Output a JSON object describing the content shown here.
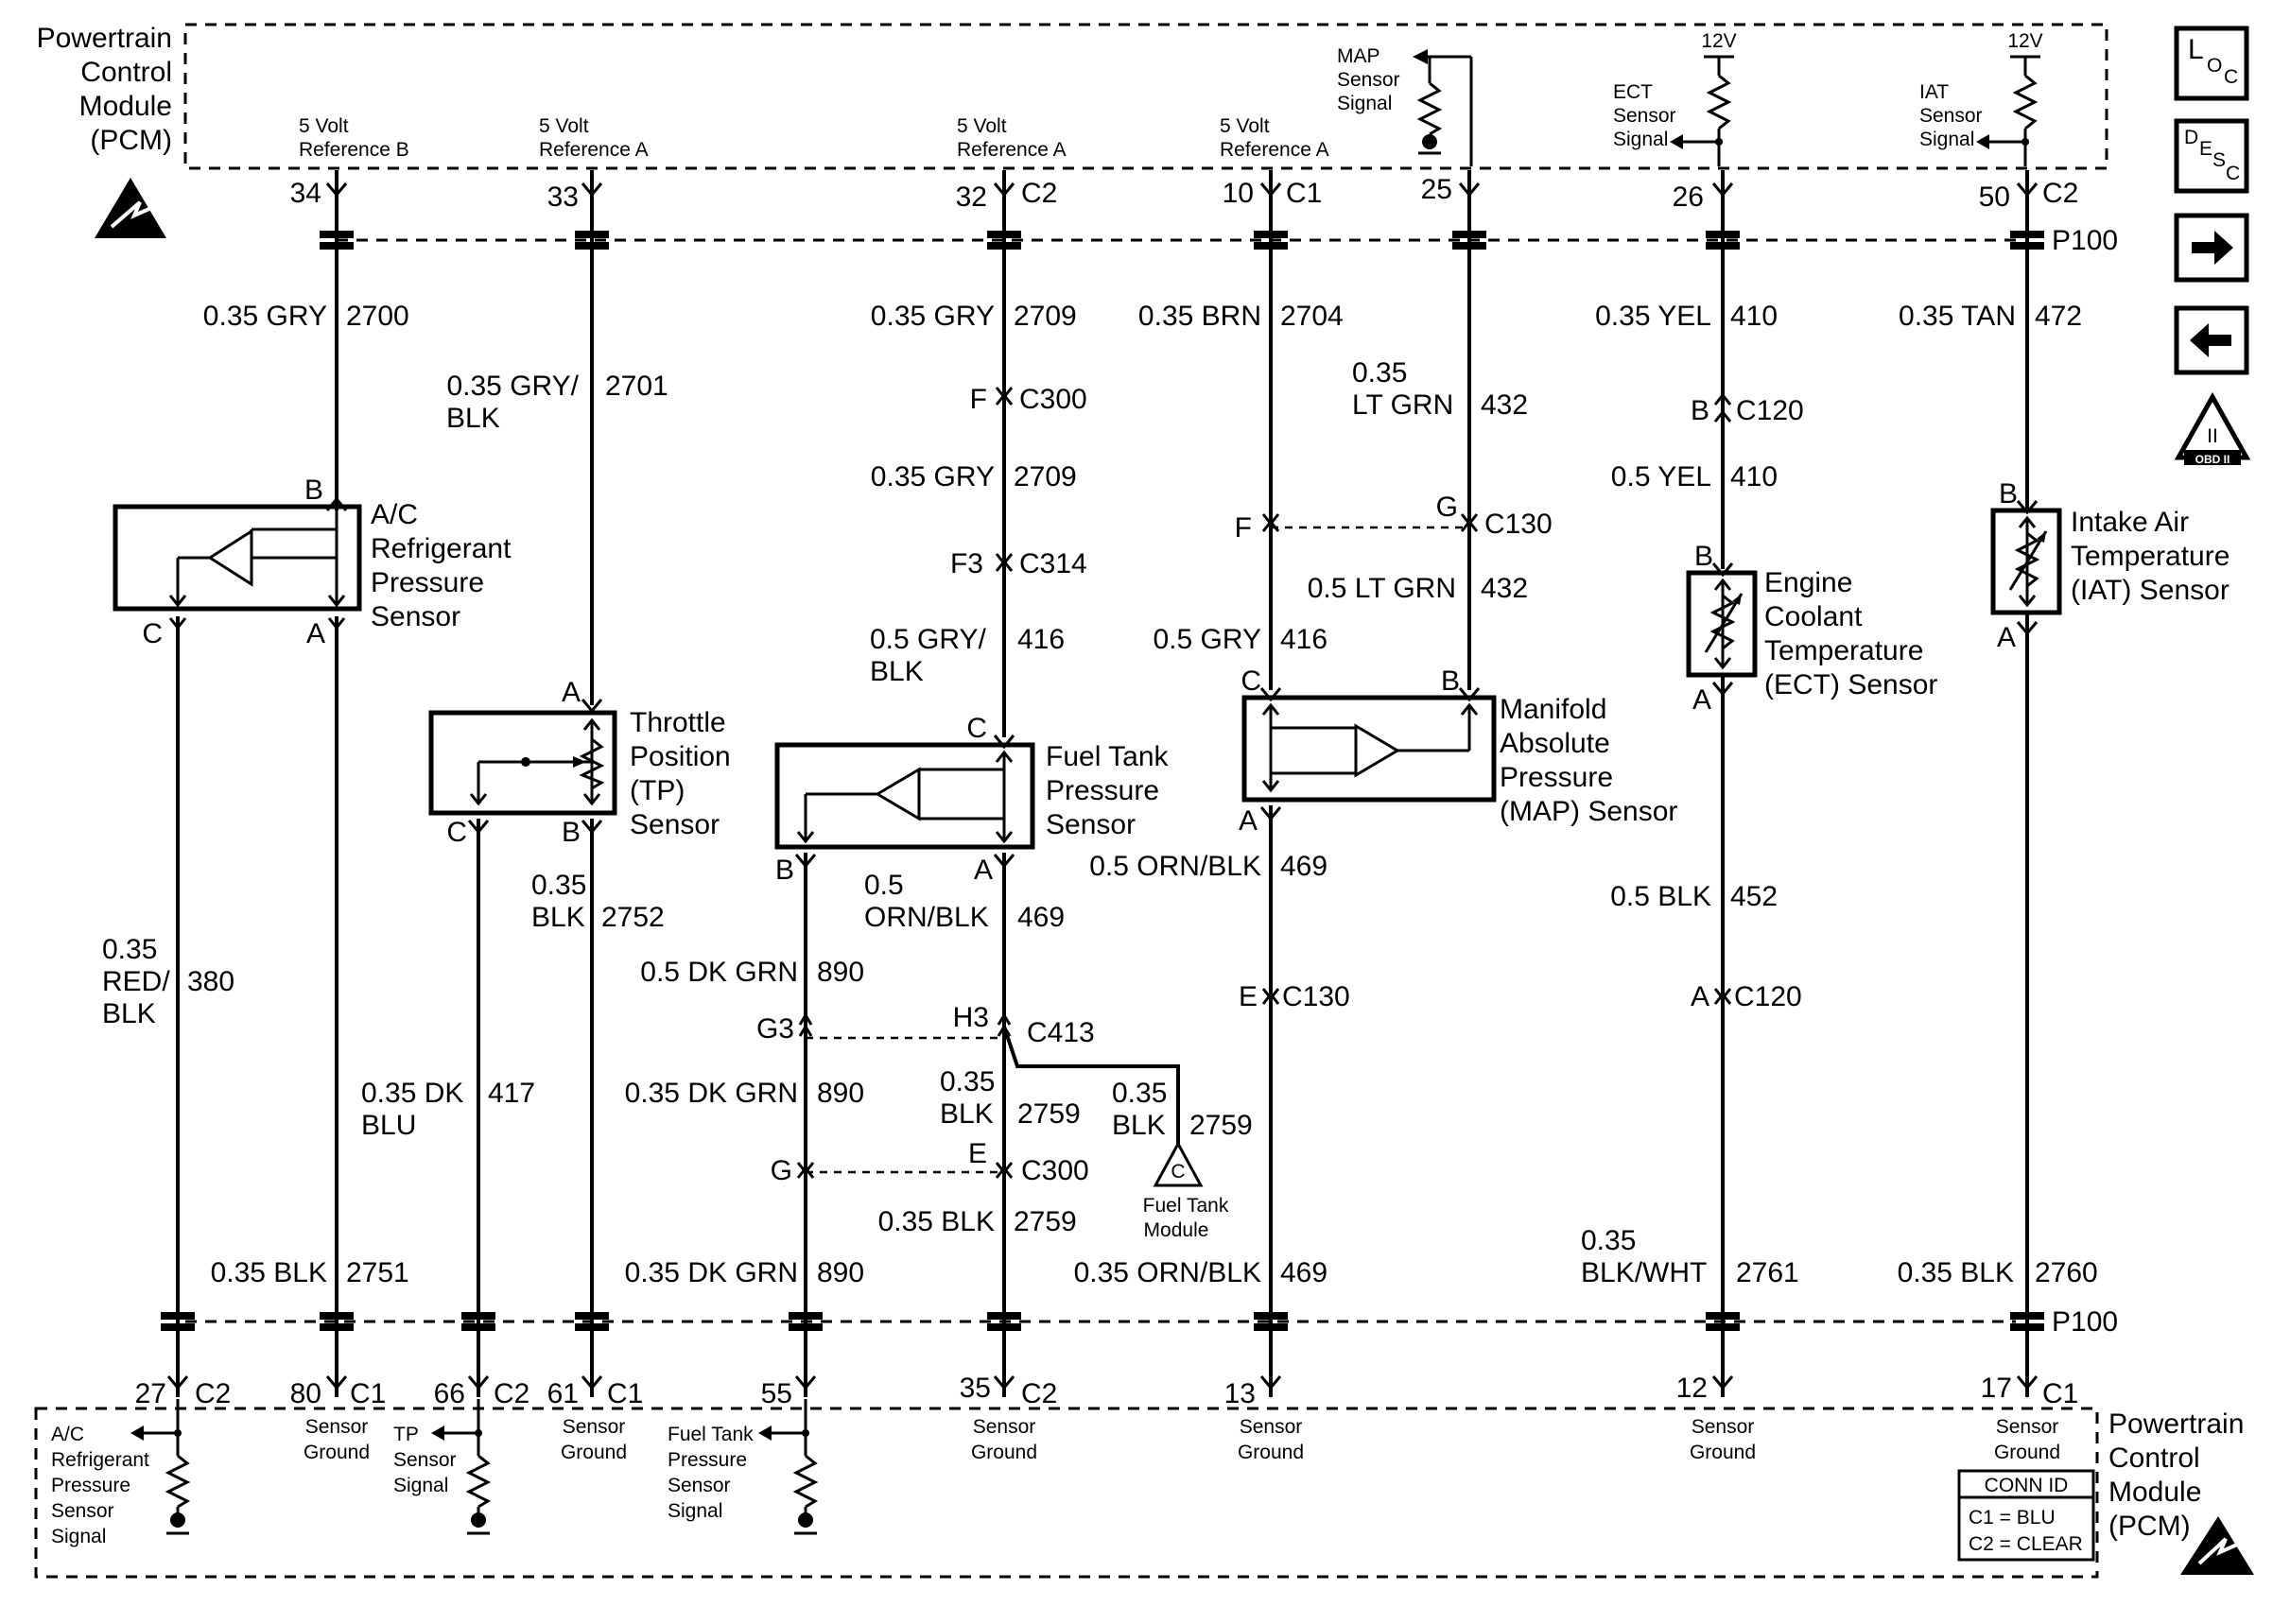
{
  "pcm": {
    "top_title": [
      "Powertrain",
      "Control",
      "Module",
      "(PCM)"
    ],
    "bottom_title": [
      "Powertrain",
      "Control",
      "Module",
      "(PCM)"
    ],
    "conn_id": {
      "title": "CONN ID",
      "c1": "C1 = BLU",
      "c2": "C2 = CLEAR"
    },
    "splice_label": "P100"
  },
  "top_terminals": [
    {
      "ref": [
        "5 Volt",
        "Reference B"
      ],
      "pin": "34",
      "conn": ""
    },
    {
      "ref": [
        "5 Volt",
        "Reference A"
      ],
      "pin": "33",
      "conn": ""
    },
    {
      "ref": [
        "5 Volt",
        "Reference A"
      ],
      "pin": "32",
      "conn": "C2"
    },
    {
      "ref": [
        "5 Volt",
        "Reference A"
      ],
      "pin": "10",
      "conn": "C1"
    },
    {
      "ref": [
        "MAP",
        "Sensor",
        "Signal"
      ],
      "pin": "25",
      "conn": ""
    },
    {
      "ref": [
        "ECT",
        "Sensor",
        "Signal"
      ],
      "pin": "26",
      "conn": "",
      "supply": "12V"
    },
    {
      "ref": [
        "IAT",
        "Sensor",
        "Signal"
      ],
      "pin": "50",
      "conn": "C2",
      "supply": "12V"
    }
  ],
  "bottom_terminals": [
    {
      "pin": "27",
      "conn": "C2",
      "label": [
        "A/C",
        "Refrigerant",
        "Pressure",
        "Sensor",
        "Signal"
      ]
    },
    {
      "pin": "80",
      "conn": "C1",
      "label": [
        "Sensor",
        "Ground"
      ]
    },
    {
      "pin": "66",
      "conn": "C2",
      "label": [
        "TP",
        "Sensor",
        "Signal"
      ]
    },
    {
      "pin": "61",
      "conn": "C1",
      "label": [
        "Sensor",
        "Ground"
      ]
    },
    {
      "pin": "55",
      "conn": "",
      "label": [
        "Fuel Tank",
        "Pressure",
        "Sensor",
        "Signal"
      ]
    },
    {
      "pin": "35",
      "conn": "C2",
      "label": [
        "Sensor",
        "Ground"
      ]
    },
    {
      "pin": "13",
      "conn": "",
      "label": [
        "Sensor",
        "Ground"
      ]
    },
    {
      "pin": "12",
      "conn": "",
      "label": [
        "Sensor",
        "Ground"
      ]
    },
    {
      "pin": "17",
      "conn": "C1",
      "label": [
        "Sensor",
        "Ground"
      ]
    }
  ],
  "components": {
    "ac": {
      "name": [
        "A/C",
        "Refrigerant",
        "Pressure",
        "Sensor"
      ],
      "pins": [
        "B",
        "C",
        "A"
      ]
    },
    "tp": {
      "name": [
        "Throttle",
        "Position",
        "(TP)",
        "Sensor"
      ],
      "pins": [
        "A",
        "C",
        "B"
      ]
    },
    "ftp": {
      "name": [
        "Fuel Tank",
        "Pressure",
        "Sensor"
      ],
      "pins": [
        "C",
        "B",
        "A"
      ]
    },
    "map": {
      "name": [
        "Manifold",
        "Absolute",
        "Pressure",
        "(MAP) Sensor"
      ],
      "pins": [
        "C",
        "B",
        "A"
      ]
    },
    "ect": {
      "name": [
        "Engine",
        "Coolant",
        "Temperature",
        "(ECT) Sensor"
      ],
      "pins": [
        "B",
        "A"
      ]
    },
    "iat": {
      "name": [
        "Intake Air",
        "Temperature",
        "(IAT) Sensor"
      ],
      "pins": [
        "B",
        "A"
      ]
    },
    "ftm": {
      "name": [
        "Fuel Tank",
        "Module"
      ],
      "symbol": "C"
    }
  },
  "wires": {
    "w2700": [
      "0.35 GRY",
      "2700"
    ],
    "w2701": [
      "0.35 GRY/",
      "BLK",
      "2701"
    ],
    "w2709a": [
      "0.35 GRY",
      "2709"
    ],
    "w2709b": [
      "0.35 GRY",
      "2709"
    ],
    "w416a": [
      "0.5 GRY/",
      "BLK",
      "416"
    ],
    "w2704": [
      "0.35 BRN",
      "2704"
    ],
    "w432a": [
      "0.35",
      "LT GRN",
      "432"
    ],
    "w432b": [
      "0.5 LT GRN",
      "432"
    ],
    "w416b": [
      "0.5 GRY",
      "416"
    ],
    "w410a": [
      "0.35 YEL",
      "410"
    ],
    "w410b": [
      "0.5 YEL",
      "410"
    ],
    "w472": [
      "0.35 TAN",
      "472"
    ],
    "w380": [
      "0.35",
      "RED/",
      "BLK",
      "380"
    ],
    "w2751": [
      "0.35 BLK",
      "2751"
    ],
    "w417": [
      "0.35 DK",
      "BLU",
      "417"
    ],
    "w2752": [
      "0.35",
      "BLK",
      "2752"
    ],
    "w890a": [
      "0.5 DK GRN",
      "890"
    ],
    "w890b": [
      "0.35 DK GRN",
      "890"
    ],
    "w890c": [
      "0.35 DK GRN",
      "890"
    ],
    "w469a": [
      "0.5",
      "ORN/BLK",
      "469"
    ],
    "w2759a": [
      "0.35",
      "BLK",
      "2759"
    ],
    "w2759b": [
      "0.35",
      "BLK",
      "2759"
    ],
    "w2759c": [
      "0.35 BLK",
      "2759"
    ],
    "w469b": [
      "0.5 ORN/BLK",
      "469"
    ],
    "w469c": [
      "0.35 ORN/BLK",
      "469"
    ],
    "w452": [
      "0.5 BLK",
      "452"
    ],
    "w2761": [
      "0.35",
      "BLK/WHT",
      "2761"
    ],
    "w2760": [
      "0.35 BLK",
      "2760"
    ]
  },
  "connectors": {
    "c300a": [
      "F",
      "C300"
    ],
    "c314": [
      "F3",
      "C314"
    ],
    "c130a": [
      "F",
      "G",
      "C130"
    ],
    "c120a": [
      "B",
      "C120"
    ],
    "c413": [
      "G3",
      "H3",
      "C413"
    ],
    "c300b": [
      "G",
      "E",
      "C300"
    ],
    "c130b": [
      "E",
      "C130"
    ],
    "c120b": [
      "A",
      "C120"
    ]
  },
  "nav_icons": {
    "loc": [
      "L",
      "O",
      "C"
    ],
    "desc": [
      "D",
      "E",
      "S",
      "C"
    ],
    "obd": [
      "II",
      "OBD II"
    ]
  }
}
